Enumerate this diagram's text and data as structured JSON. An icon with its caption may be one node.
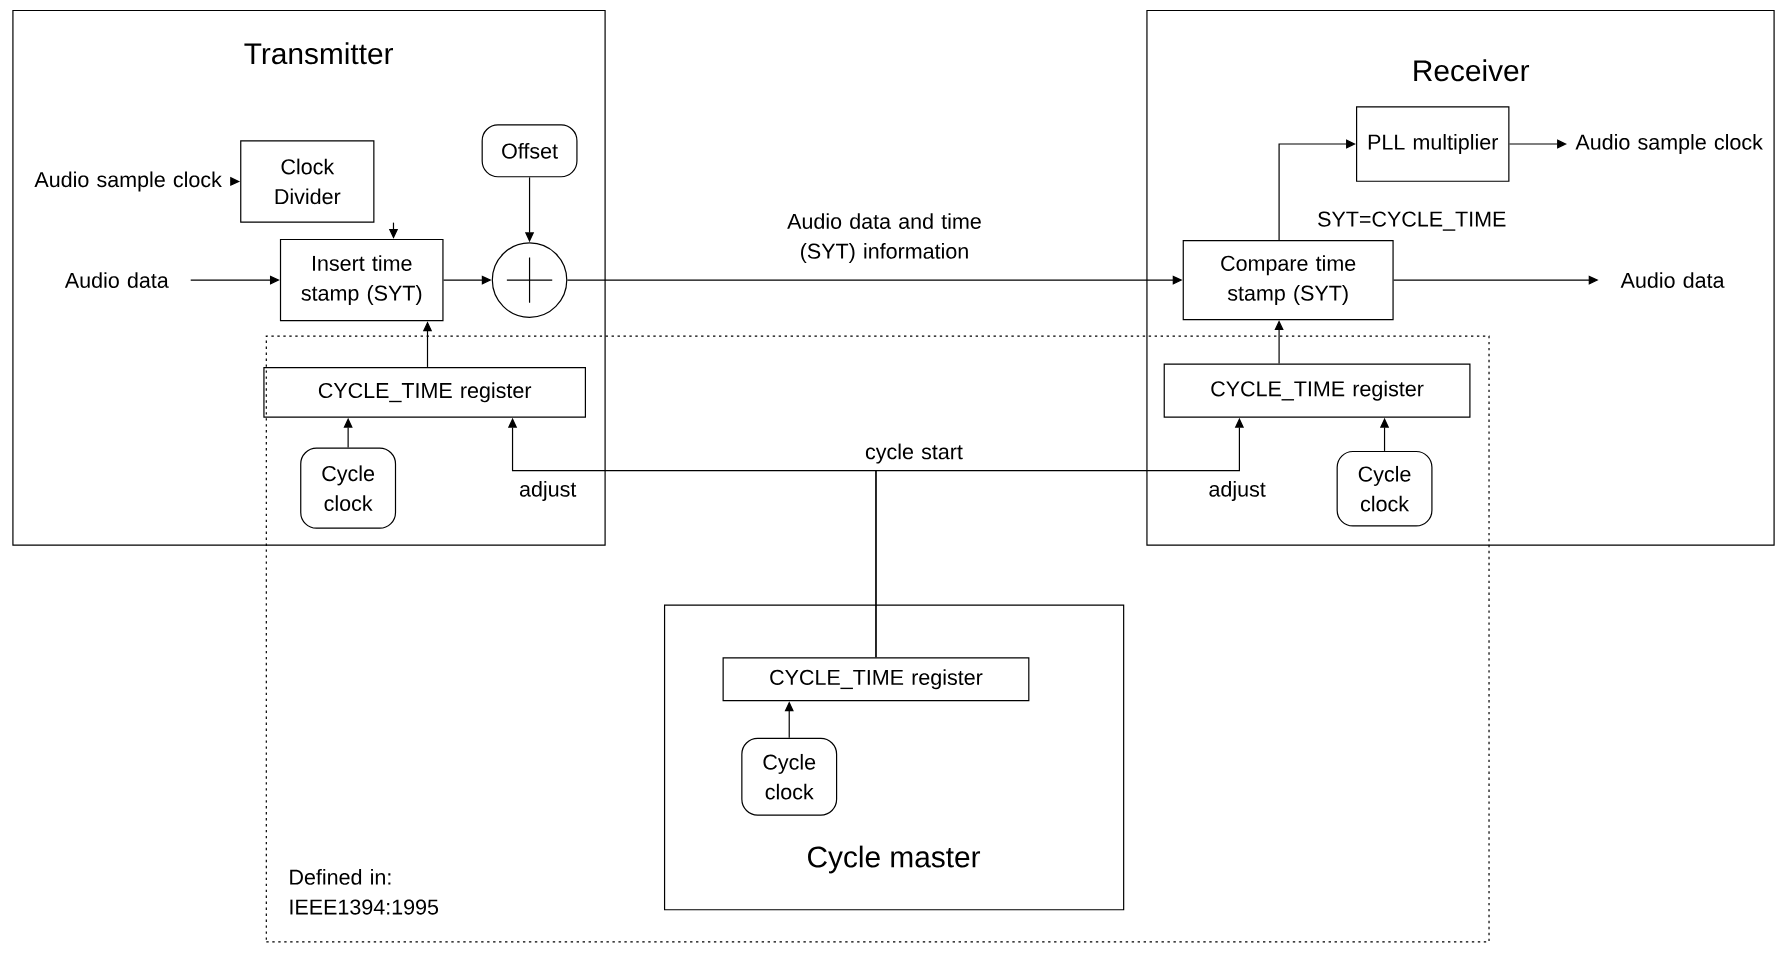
{
  "diagram": {
    "nodes": [
      {
        "text": [
          "Transmitter"
        ]
      },
      {
        "text": [
          "Receiver"
        ]
      },
      {
        "text": [
          "Defined in: IEEE1394:1995"
        ]
      },
      {
        "text": [
          "Audio sample clock"
        ],
        "in": 0
      },
      {
        "text": [
          "Clock Divider"
        ],
        "in": 0
      },
      {
        "text": [
          "Offset"
        ],
        "in": 0
      },
      {
        "text": [
          "Audio data"
        ],
        "in": 0
      },
      {
        "text": [
          "Insert time stamp (SYT)"
        ],
        "in": 0
      },
      {
        "text": [],
        "shape": "circle",
        "in": 0
      },
      {
        "text": [
          "PLL multiplier"
        ],
        "in": 1
      },
      {
        "text": [
          "Audio sample clock"
        ],
        "in": 1
      },
      {
        "text": [
          "Compare time stamp (SYT)"
        ],
        "in": 1
      },
      {
        "text": [
          "Audio data"
        ],
        "in": 1
      },
      {
        "text": [
          "CYCLE_TIME register"
        ]
      },
      {
        "text": [
          "Cycle clock"
        ]
      },
      {
        "text": [
          "CYCLE_TIME register"
        ]
      },
      {
        "text": [
          "Cycle clock"
        ]
      },
      {
        "text": [
          "Cycle master"
        ],
        "in": 2
      },
      {
        "text": [
          "CYCLE_TIME register"
        ],
        "in": 17
      },
      {
        "text": [
          "Cycle clock"
        ],
        "in": 17
      }
    ],
    "edges": [
      {
        "from": 3,
        "to": 4,
        "arrow": "to"
      },
      {
        "from": 4,
        "to": 7,
        "arrow": "to"
      },
      {
        "from": 6,
        "to": 7,
        "arrow": "to"
      },
      {
        "from": 7,
        "to": 8,
        "arrow": "to"
      },
      {
        "from": 5,
        "to": 8,
        "arrow": "to"
      },
      {
        "from": 8,
        "to": 11,
        "arrow": "to",
        "label": "Audio data and time (SYT) information"
      },
      {
        "from": 11,
        "to": 9,
        "arrow": "to",
        "label": "SYT=CYCLE_TIME"
      },
      {
        "from": 9,
        "to": 10,
        "arrow": "to"
      },
      {
        "from": 11,
        "to": 12,
        "arrow": "to"
      },
      {
        "from": 13,
        "to": 7,
        "arrow": "to"
      },
      {
        "from": 14,
        "to": 13,
        "arrow": "to"
      },
      {
        "from": 15,
        "to": 11,
        "arrow": "to"
      },
      {
        "from": 16,
        "to": 15,
        "arrow": "to"
      },
      {
        "from": 18,
        "to": 13,
        "arrow": "to",
        "label": "adjust"
      },
      {
        "from": 18,
        "to": 15,
        "arrow": "to",
        "label": "adjust"
      },
      {
        "from": 19,
        "to": 18,
        "arrow": "to"
      }
    ],
    "labels": [
      "cycle start"
    ]
  }
}
